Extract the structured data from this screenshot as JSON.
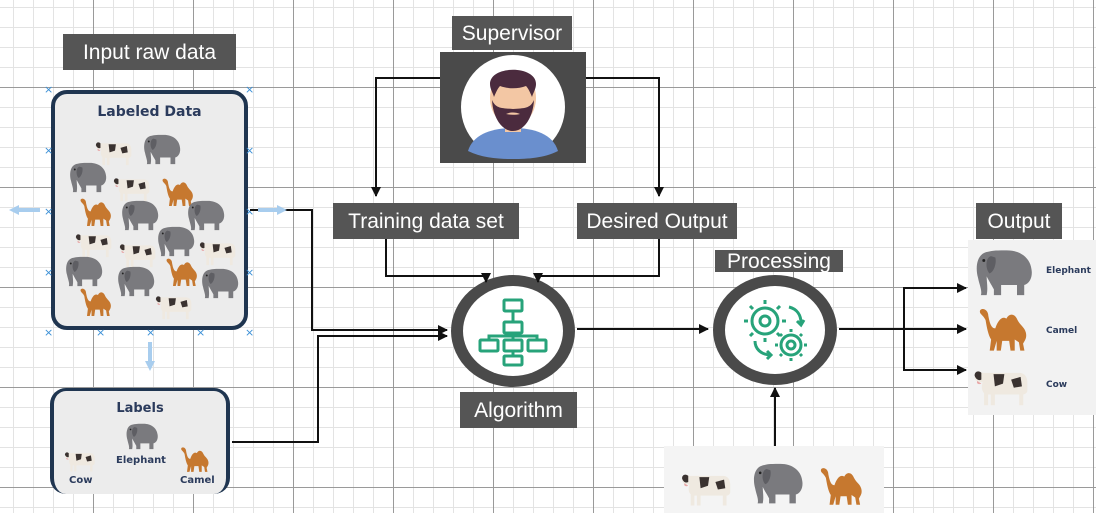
{
  "labels": {
    "input_raw_data": "Input raw data",
    "supervisor": "Supervisor",
    "training_data_set": "Training data set",
    "desired_output": "Desired Output",
    "processing": "Processing",
    "output": "Output",
    "algorithm": "Algorithm"
  },
  "labeled_data_card": {
    "title": "Labeled Data"
  },
  "labels_card": {
    "title": "Labels",
    "items": [
      "Cow",
      "Elephant",
      "Camel"
    ]
  },
  "output_panel": {
    "items": [
      "Elephant",
      "Camel",
      "Cow"
    ]
  },
  "colors": {
    "tag_bg": "#555555",
    "card_bg": "#ececec",
    "card_border": "#1f3550",
    "hub_green": "#27a37a",
    "selection_blue": "#3a8fd6"
  },
  "icons": {
    "supervisor": "person-beard-icon",
    "algorithm": "flowchart-icon",
    "processing": "gears-icon"
  }
}
